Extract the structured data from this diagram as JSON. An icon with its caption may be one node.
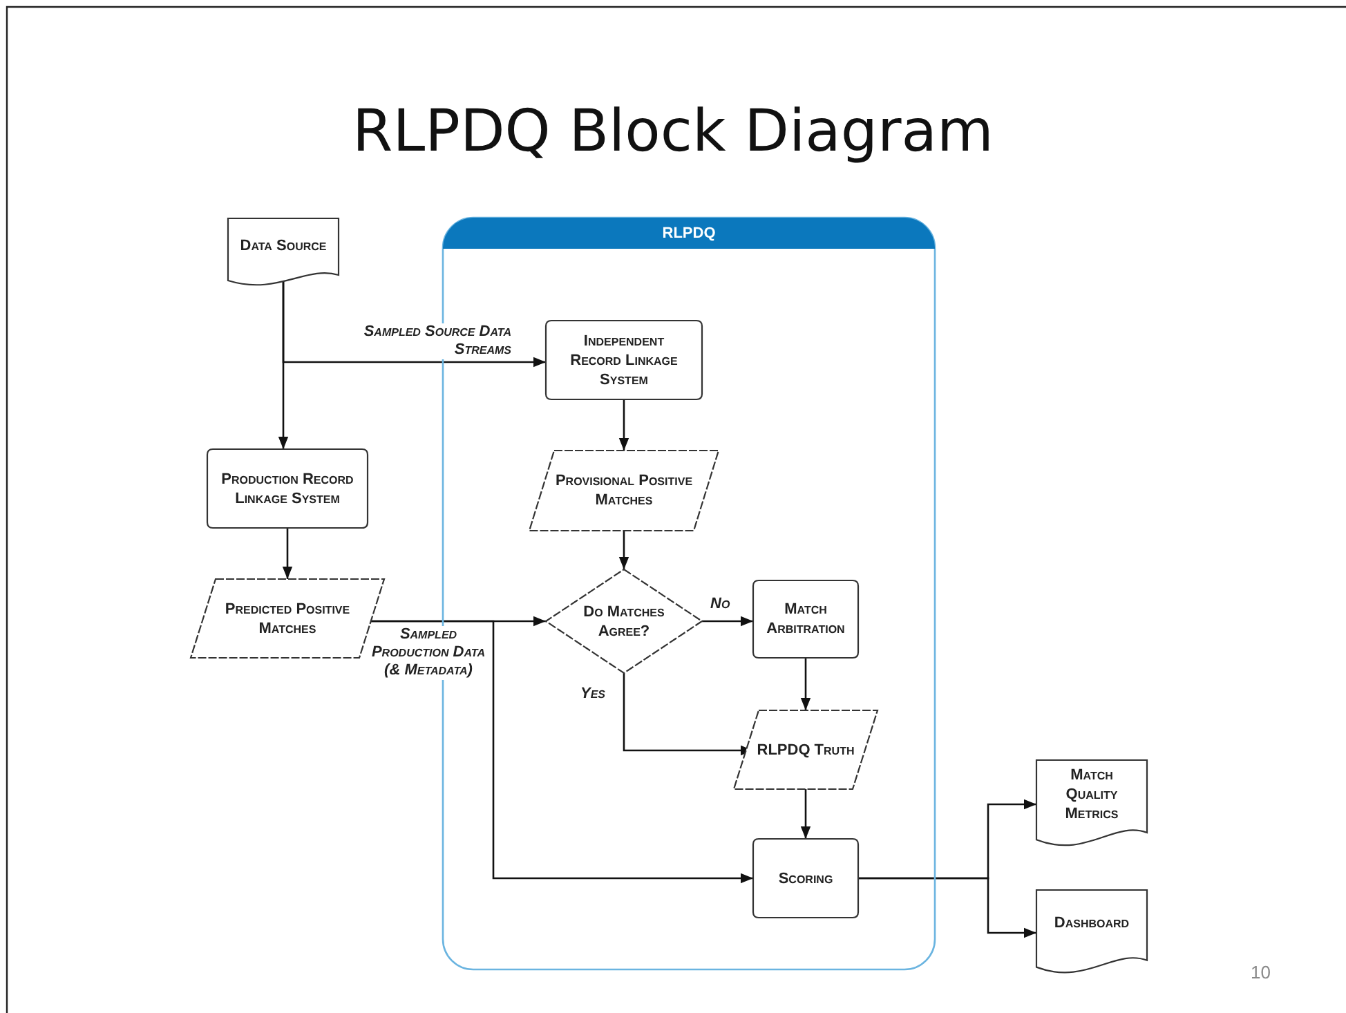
{
  "diagram": {
    "title": "RLPDQ Block Diagram",
    "nodes": [
      {
        "text": [
          "RLPDQ"
        ]
      },
      {
        "text": [
          "Data Source"
        ]
      },
      {
        "text": [
          "Independent Record Linkage System"
        ],
        "in": 0
      },
      {
        "text": [
          "Production Record Linkage System"
        ]
      },
      {
        "text": [
          "Provisional Positive Matches"
        ],
        "in": 0
      },
      {
        "text": [
          "Predicted Positive Matches"
        ]
      },
      {
        "text": [
          "Do Matches Agree?"
        ],
        "in": 0
      },
      {
        "text": [
          "Match Arbitration"
        ],
        "in": 0
      },
      {
        "text": [
          "RLPDQ Truth"
        ],
        "in": 0
      },
      {
        "text": [
          "Scoring"
        ],
        "in": 0
      },
      {
        "text": [
          "Match Quality Metrics"
        ]
      },
      {
        "text": [
          "Dashboard"
        ]
      }
    ],
    "edges": [
      {
        "from": 1,
        "to": 3,
        "arrow": "to"
      },
      {
        "from": 1,
        "to": 2,
        "arrow": "to",
        "label": "Sampled Source Data Streams"
      },
      {
        "from": 2,
        "to": 4,
        "arrow": "to"
      },
      {
        "from": 3,
        "to": 5,
        "arrow": "to"
      },
      {
        "from": 5,
        "to": 6,
        "arrow": "to",
        "label": "Sampled Production Data (& Metadata)"
      },
      {
        "from": 5,
        "to": 9,
        "arrow": "to"
      },
      {
        "from": 4,
        "to": 6,
        "arrow": "to"
      },
      {
        "from": 6,
        "to": 7,
        "arrow": "to",
        "label": "No"
      },
      {
        "from": 6,
        "to": 8,
        "arrow": "to",
        "label": "Yes"
      },
      {
        "from": 7,
        "to": 8,
        "arrow": "to"
      },
      {
        "from": 8,
        "to": 9,
        "arrow": "to"
      },
      {
        "from": 9,
        "to": 10,
        "arrow": "to"
      },
      {
        "from": 9,
        "to": 11,
        "arrow": "to"
      }
    ],
    "labels": [
      "10"
    ]
  }
}
